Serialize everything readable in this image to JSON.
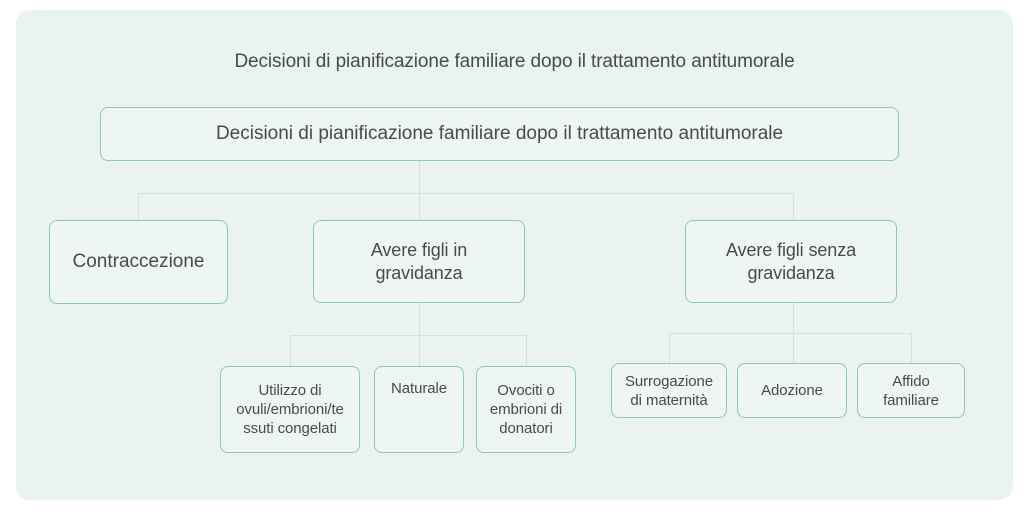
{
  "title": "Decisioni di pianificazione familiare dopo il trattamento antitumorale",
  "colors": {
    "page-bg": "#ffffff",
    "card-bg": "#e9f3ef",
    "node-bg": "#edf6f3",
    "node-border": "#8ec9b5",
    "connector": "#d9dde1",
    "text": "#4a4a4a"
  },
  "nodes": {
    "root": {
      "label": "Decisioni di pianificazione familiare dopo il trattamento antitumorale"
    },
    "contraception": {
      "label": "Contraccezione"
    },
    "children_with_pregnancy": {
      "label": "Avere figli in\ngravidanza"
    },
    "children_without_pregnancy": {
      "label": "Avere figli senza\ngravidanza"
    },
    "frozen_material": {
      "label": "Utilizzo di\novuli/embrioni/te\nssuti congelati"
    },
    "natural": {
      "label": "Naturale"
    },
    "donor": {
      "label": "Ovociti o\nembrioni di\ndonatori"
    },
    "surrogacy": {
      "label": "Surrogazione\ndi maternità"
    },
    "adoption": {
      "label": "Adozione"
    },
    "foster_care": {
      "label": "Affido\nfamiliare"
    }
  }
}
